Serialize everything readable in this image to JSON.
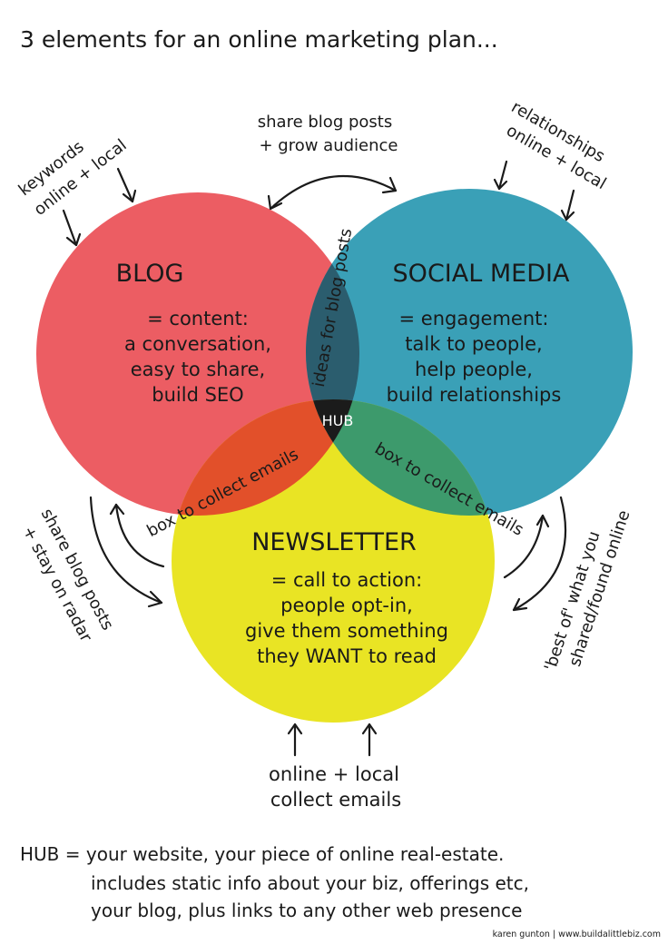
{
  "title": "3 elements for an online marketing plan...",
  "colors": {
    "blog": "#ec5d63",
    "social": "#3aa0b7",
    "newsletter": "#e9e424",
    "blog_social_overlap": "#2b5d6e",
    "blog_newsletter_overlap": "#e2502a",
    "social_newsletter_overlap": "#3d9a6c",
    "hub": "#1b1b1b"
  },
  "circles": {
    "blog": {
      "heading": "BLOG",
      "lines": [
        "= content:",
        "a conversation,",
        "easy to share,",
        "build SEO"
      ]
    },
    "social": {
      "heading": "SOCIAL MEDIA",
      "lines": [
        "= engagement:",
        "talk to people,",
        "help people,",
        "build relationships"
      ]
    },
    "newsletter": {
      "heading": "NEWSLETTER",
      "lines": [
        "= call to action:",
        "people opt-in,",
        "give them something",
        "they WANT to read"
      ]
    }
  },
  "overlaps": {
    "blog_social": "ideas for blog posts",
    "blog_newsletter": "box to collect emails",
    "social_newsletter": "box to collect emails",
    "center": "HUB"
  },
  "annotations": {
    "top": [
      "share blog posts",
      "+ grow audience"
    ],
    "top_left": [
      "keywords",
      "online + local"
    ],
    "top_right": [
      "relationships",
      "online + local"
    ],
    "left": [
      "share blog posts",
      "+ stay on radar"
    ],
    "right": [
      "'best of' what you",
      "shared/found online"
    ],
    "bottom": [
      "online + local",
      "collect emails"
    ]
  },
  "footer": {
    "lines": [
      "HUB = your website, your piece of online real-estate.",
      "includes static info about your biz, offerings etc,",
      "your blog, plus links to any other web presence"
    ],
    "credit": "karen gunton | www.buildalittlebiz.com"
  }
}
